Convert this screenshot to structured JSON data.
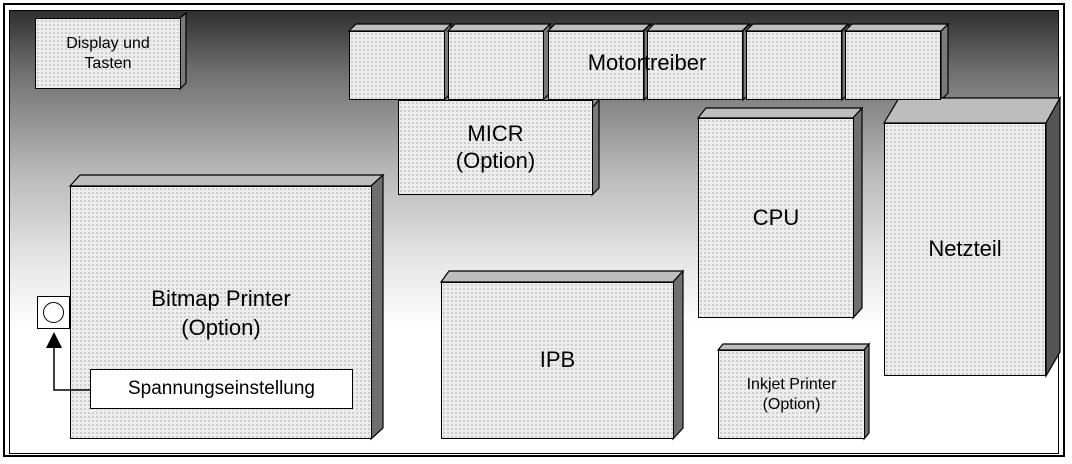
{
  "labels": {
    "display": "Display und Tasten",
    "motor": "Motortreiber",
    "micr": "MICR (Option)",
    "cpu": "CPU",
    "netzteil": "Netzteil",
    "bitmap": "Bitmap Printer (Option)",
    "ipb": "IPB",
    "inkjet": "Inkjet Printer (Option)",
    "spannung": "Spannungseinstellung"
  }
}
